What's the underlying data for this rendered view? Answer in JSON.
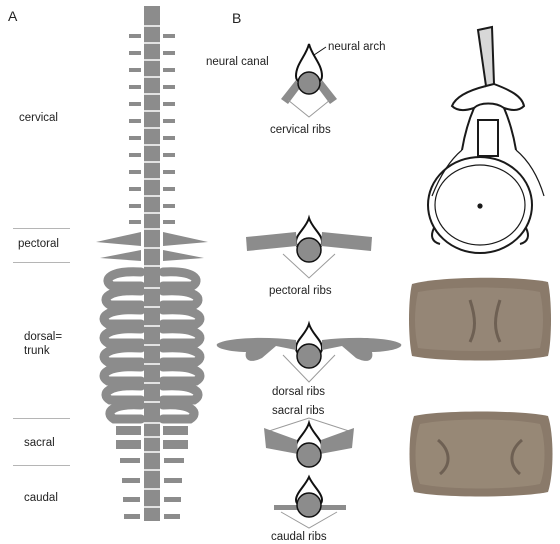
{
  "panels": {
    "a": "A",
    "b": "B"
  },
  "regions": {
    "cervical": "cervical",
    "pectoral": "pectoral",
    "dorsal_line1": "dorsal=",
    "dorsal_line2": "trunk",
    "sacral": "sacral",
    "caudal": "caudal"
  },
  "labels": {
    "neural_canal": "neural canal",
    "neural_arch": "neural arch",
    "cervical_ribs": "cervical ribs",
    "pectoral_ribs": "pectoral ribs",
    "dorsal_ribs": "dorsal ribs",
    "sacral_ribs": "sacral ribs",
    "caudal_ribs": "caudal ribs"
  },
  "colors": {
    "bone_fill": "#8c8c8c",
    "outline": "#111111",
    "leader_line": "#9a9a9a",
    "divider": "#b5b5b5",
    "fossil_brown": "#8a7a6a"
  }
}
